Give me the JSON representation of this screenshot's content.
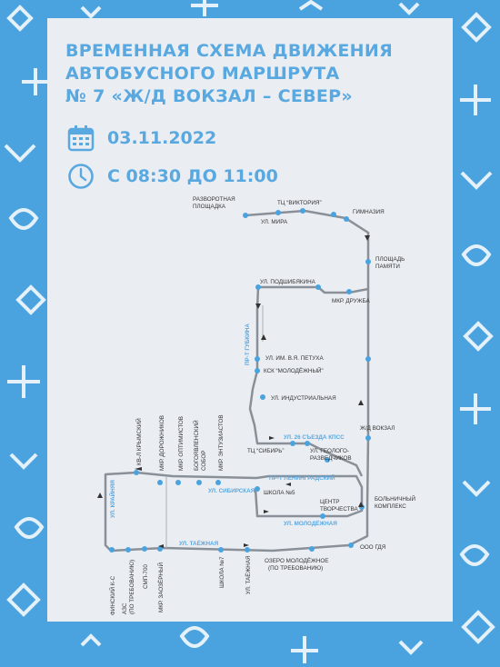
{
  "title": {
    "line1": "ВРЕМЕННАЯ СХЕМА ДВИЖЕНИЯ",
    "line2": "АВТОБУСНОГО МАРШРУТА",
    "line3": "№ 7 «Ж/Д ВОКЗАЛ – СЕВЕР»"
  },
  "date": "03.11.2022",
  "time": "С 08:30 ДО 11:00",
  "colors": {
    "accent": "#5aa8e0",
    "background": "#4aa3df",
    "card": "#eaeef3",
    "route": "#8a9097"
  },
  "icons": [
    "calendar-icon",
    "clock-icon"
  ],
  "stops": {
    "razvorotnaya": "РАЗВОРОТНАЯ\nПЛОЩАДКА",
    "viktoriya": "ТЦ “ВИКТОРИЯ”",
    "mira": "УЛ. МИРА",
    "gimnaziya": "ГИМНАЗИЯ",
    "ploshchad_pamyati": "ПЛОЩАДЬ\nПАМЯТИ",
    "podshibyakina": "УЛ. ПОДШИБЯКИНА",
    "druzhba": "МКР. ДРУЖБА",
    "petukha": "УЛ. ИМ. В.Я. ПЕТУХА",
    "ksk": "КСК “МОЛОДЁЖНЫЙ”",
    "industrialnaya": "УЛ. ИНДУСТРИАЛЬНАЯ",
    "vokzal": "Ж/Д ВОКЗАЛ",
    "sibir": "ТЦ “СИБИРЬ”",
    "geologorazvedchikov": "УЛ. ГЕОЛОГО-\nРАЗВЕДЧИКОВ",
    "krymskiy": "КВ-Л КРЫМСКИЙ",
    "dorozhnikov": "МКР. ДОРОЖНИКОВ",
    "optimistov": "МКР. ОПТИМИСТОВ",
    "sobor": "БОГОЯВЛЕНСКИЙ\nСОБОР",
    "entuziastov": "МКР. ЭНТУЗИАСТОВ",
    "shkola5": "ШКОЛА №5",
    "tsentr_tvorchestva": "ЦЕНТР\nТВОРЧЕСТВА",
    "bolnichny": "БОЛЬНИЧНЫЙ\nКОМПЛЕКС",
    "ooo_gdya": "ООО ГДЯ",
    "ozero": "ОЗЕРО МОЛОДЁЖНОЕ\n(ПО ТРЕБОВАНИЮ)",
    "finskiy": "ФИНСКИЙ К-С",
    "azs": "АЗС\n(ПО ТРЕБОВАНИЮ)",
    "smp700": "СМП-700",
    "zaozyorny": "МКР. ЗАОЗЁРНЫЙ",
    "shkola7": "ШКОЛА №7",
    "tayozhnaya_stop": "УЛ. ТАЁЖНАЯ"
  },
  "streets": {
    "gubkina": "ПР-Т ГУБКИНА",
    "26_sezda": "УЛ. 26 СЪЕЗДА КПСС",
    "leningradskiy": "ПР-Т ЛЕНИНГРАДСКИЙ",
    "sibirskaya": "УЛ. СИБИРСКАЯ",
    "molodyozhnaya": "УЛ. МОЛОДЁЖНАЯ",
    "krainyaya": "УЛ. КРАЙНЯЯ",
    "tayozhnaya": "УЛ. ТАЁЖНАЯ"
  }
}
